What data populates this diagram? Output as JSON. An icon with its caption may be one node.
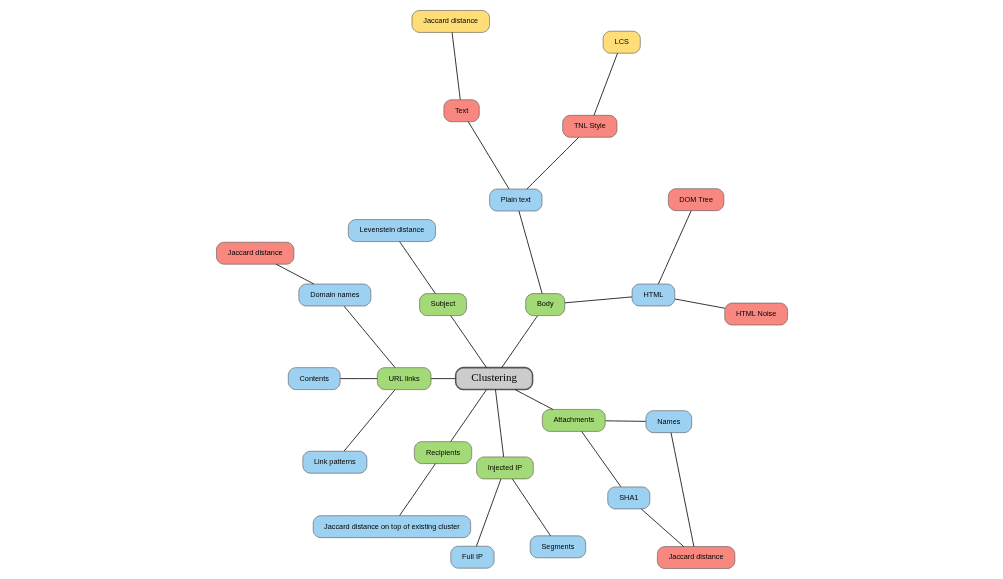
{
  "diagram": {
    "nodes": [
      {
        "text": [
          "Clustering"
        ]
      },
      {
        "text": [
          "Body"
        ]
      },
      {
        "text": [
          "HTML"
        ]
      },
      {
        "text": [
          "HTML Noise"
        ]
      },
      {
        "text": [
          "DOM Tree"
        ]
      },
      {
        "text": [
          "Plain text"
        ]
      },
      {
        "text": [
          "TNL Style"
        ]
      },
      {
        "text": [
          "LCS"
        ]
      },
      {
        "text": [
          "Text"
        ]
      },
      {
        "text": [
          "Jaccard distance"
        ]
      },
      {
        "text": [
          "Subject"
        ]
      },
      {
        "text": [
          "Levenstein distance"
        ]
      },
      {
        "text": [
          "URL links"
        ]
      },
      {
        "text": [
          "Domain names"
        ]
      },
      {
        "text": [
          "Jaccard distance"
        ]
      },
      {
        "text": [
          "Contents"
        ]
      },
      {
        "text": [
          "Link patterns"
        ]
      },
      {
        "text": [
          "Recipients"
        ]
      },
      {
        "text": [
          "Jaccard distance on top of existing cluster"
        ]
      },
      {
        "text": [
          "Injected IP"
        ]
      },
      {
        "text": [
          "Full IP"
        ]
      },
      {
        "text": [
          "Segments"
        ]
      },
      {
        "text": [
          "Attachments"
        ]
      },
      {
        "text": [
          "SHA1"
        ]
      },
      {
        "text": [
          "Names"
        ]
      },
      {
        "text": [
          "Jaccard distance"
        ]
      }
    ],
    "edges": [
      {
        "from": 0,
        "to": 1,
        "arrow": "none"
      },
      {
        "from": 1,
        "to": 2,
        "arrow": "none"
      },
      {
        "from": 2,
        "to": 3,
        "arrow": "none"
      },
      {
        "from": 2,
        "to": 4,
        "arrow": "none"
      },
      {
        "from": 1,
        "to": 5,
        "arrow": "none"
      },
      {
        "from": 5,
        "to": 6,
        "arrow": "none"
      },
      {
        "from": 6,
        "to": 7,
        "arrow": "none"
      },
      {
        "from": 5,
        "to": 8,
        "arrow": "none"
      },
      {
        "from": 8,
        "to": 9,
        "arrow": "none"
      },
      {
        "from": 0,
        "to": 10,
        "arrow": "none"
      },
      {
        "from": 10,
        "to": 11,
        "arrow": "none"
      },
      {
        "from": 0,
        "to": 12,
        "arrow": "none"
      },
      {
        "from": 12,
        "to": 13,
        "arrow": "none"
      },
      {
        "from": 13,
        "to": 14,
        "arrow": "none"
      },
      {
        "from": 12,
        "to": 15,
        "arrow": "none"
      },
      {
        "from": 12,
        "to": 16,
        "arrow": "none"
      },
      {
        "from": 0,
        "to": 17,
        "arrow": "none"
      },
      {
        "from": 17,
        "to": 18,
        "arrow": "none"
      },
      {
        "from": 0,
        "to": 19,
        "arrow": "none"
      },
      {
        "from": 19,
        "to": 20,
        "arrow": "none"
      },
      {
        "from": 19,
        "to": 21,
        "arrow": "none"
      },
      {
        "from": 0,
        "to": 22,
        "arrow": "none"
      },
      {
        "from": 22,
        "to": 23,
        "arrow": "none"
      },
      {
        "from": 22,
        "to": 24,
        "arrow": "none"
      },
      {
        "from": 23,
        "to": 25,
        "arrow": "none"
      },
      {
        "from": 24,
        "to": 25,
        "arrow": "none"
      }
    ]
  }
}
